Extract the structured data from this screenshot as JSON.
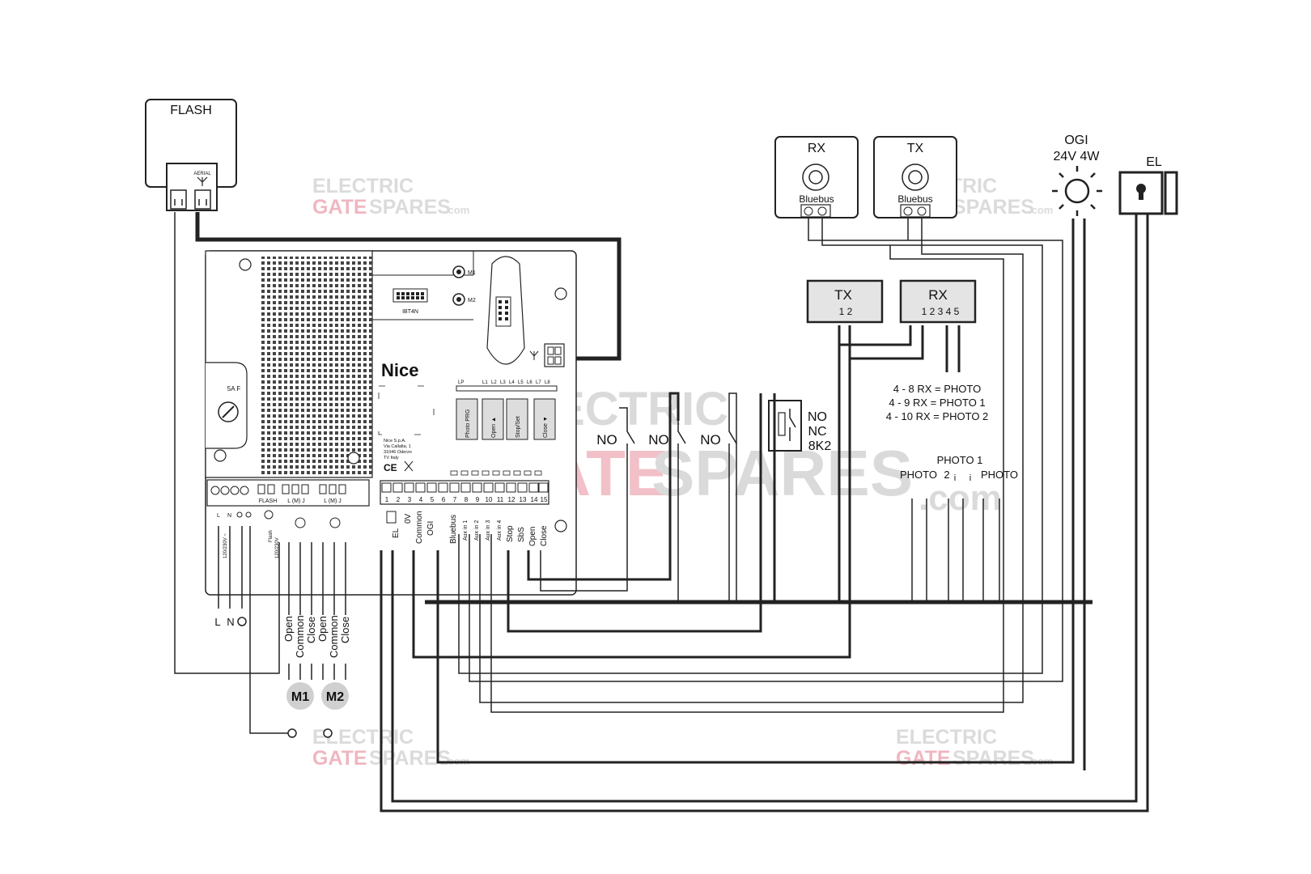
{
  "flash": {
    "title": "FLASH",
    "aerial": "AERIAL"
  },
  "bluebus_rx": {
    "title": "RX",
    "bus": "Bluebus"
  },
  "bluebus_tx": {
    "title": "TX",
    "bus": "Bluebus"
  },
  "ogi": {
    "title": "OGI",
    "rating": "24V 4W"
  },
  "el": {
    "title": "EL"
  },
  "board": {
    "brand": "Nice",
    "fuse": "5A F",
    "ibt": "IBT4N",
    "m1": "M1",
    "m2": "M2",
    "lp": "LP",
    "leds": [
      "L1",
      "L2",
      "L3",
      "L4",
      "L5",
      "L6",
      "L7",
      "L8"
    ],
    "buttons": [
      "Photo PRG",
      "Open ▲",
      "Stop/Set",
      "Close ▼"
    ],
    "address": [
      "Nice S.p.A.",
      "Via Callalta, 1",
      "31046 Oderzo",
      "TV Italy"
    ],
    "ce": "CE",
    "terminal_numbers": [
      "1",
      "2",
      "3",
      "4",
      "5",
      "6",
      "7",
      "8",
      "9",
      "10",
      "11",
      "12",
      "13",
      "14",
      "15"
    ],
    "mains_block_labels": [
      "L",
      "N"
    ],
    "mains_vertical": "120/230V ~",
    "flash_block": "FLASH",
    "motor_block": "L (M) J",
    "flash_vertical": "Flash",
    "flash_voltage": "120/230V",
    "terminal_labels": [
      "EL",
      "0V",
      "Common",
      "OGI",
      "Bluebus",
      "Aux in 1",
      "Aux in 2",
      "Aux in 3",
      "Aux in 4",
      "Stop",
      "SbS",
      "Open",
      "Close"
    ]
  },
  "photo_tx": {
    "title": "TX",
    "terminals": "1  2"
  },
  "photo_rx": {
    "title": "RX",
    "terminals": "1  2  3  4  5"
  },
  "photo_notes": [
    "4 - 8   RX = PHOTO",
    "4 - 9   RX = PHOTO 1",
    "4 - 10  RX = PHOTO 2"
  ],
  "photo_labels": {
    "photo1": "PHOTO 1",
    "photo": "PHOTO",
    "photo2": "2",
    "photo_right": "PHOTO",
    "i": "i"
  },
  "contacts": [
    "NO",
    "NO",
    "NO"
  ],
  "stop_contact": [
    "NO",
    "NC",
    "8K2"
  ],
  "mains": {
    "l": "L",
    "n": "N"
  },
  "motor_wires": [
    "Open",
    "Common",
    "Close",
    "Open",
    "Common",
    "Close"
  ],
  "motors": [
    "M1",
    "M2"
  ],
  "watermark": {
    "line1": "ELECTRIC",
    "line2a": "GATE",
    "line2b": "SPARES",
    "suffix": ".com"
  }
}
